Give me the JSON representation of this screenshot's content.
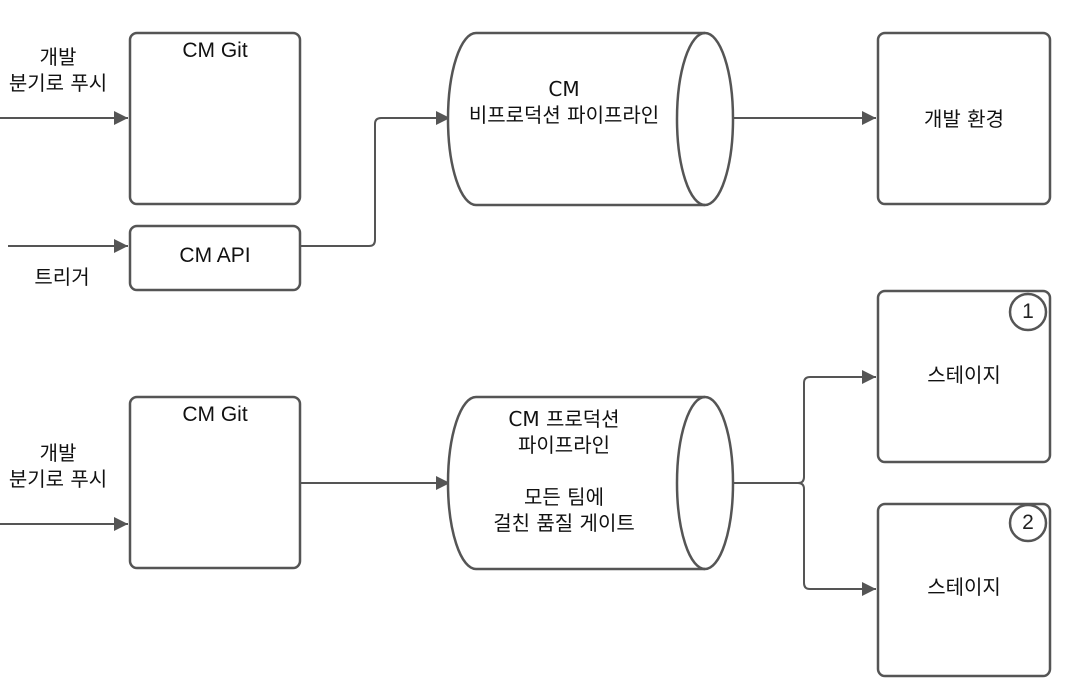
{
  "top": {
    "input_label_line1": "개발",
    "input_label_line2": "분기로 푸시",
    "git_box": "CM Git",
    "api_box": "CM API",
    "trigger_label": "트리거",
    "pipeline_line1": "CM",
    "pipeline_line2": "비프로덕션 파이프라인",
    "target": "개발 환경"
  },
  "bottom": {
    "input_label_line1": "개발",
    "input_label_line2": "분기로 푸시",
    "git_box": "CM Git",
    "pipeline_line1": "CM 프로덕션",
    "pipeline_line2": "파이프라인",
    "pipeline_line3": "모든 팀에",
    "pipeline_line4": "걸친 품질 게이트",
    "stages": [
      {
        "badge": "1",
        "label": "스테이지"
      },
      {
        "badge": "2",
        "label": "스테이지"
      }
    ]
  },
  "colors": {
    "stroke": "#555555",
    "background": "#ffffff"
  }
}
